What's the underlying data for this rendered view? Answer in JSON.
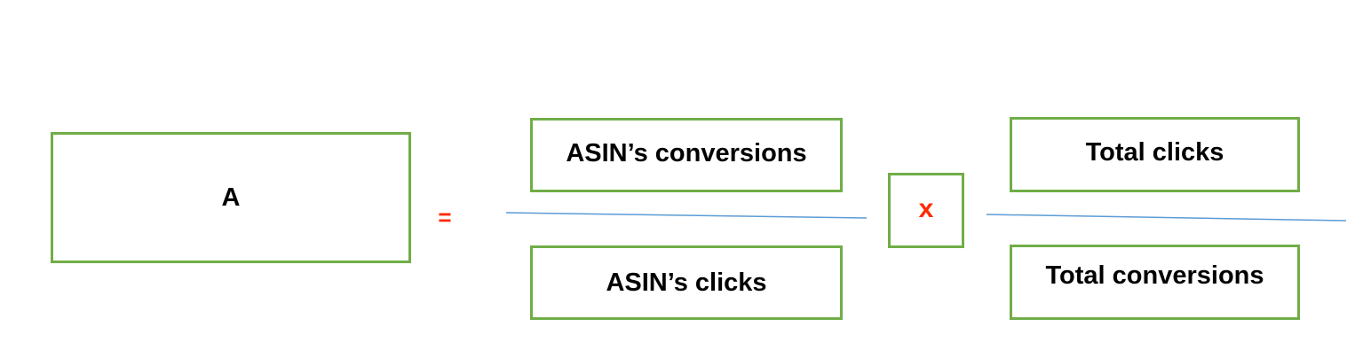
{
  "formula": {
    "result_label": "A",
    "equals_sign": "=",
    "multiply_sign": "x",
    "fraction_left": {
      "numerator": "ASIN’s conversions",
      "denominator": "ASIN’s clicks"
    },
    "fraction_right": {
      "numerator": "Total clicks",
      "denominator": "Total conversions"
    }
  },
  "colors": {
    "box_border": "#70ad47",
    "operator": "#ff2a00",
    "fraction_line": "#5b9bd5"
  }
}
